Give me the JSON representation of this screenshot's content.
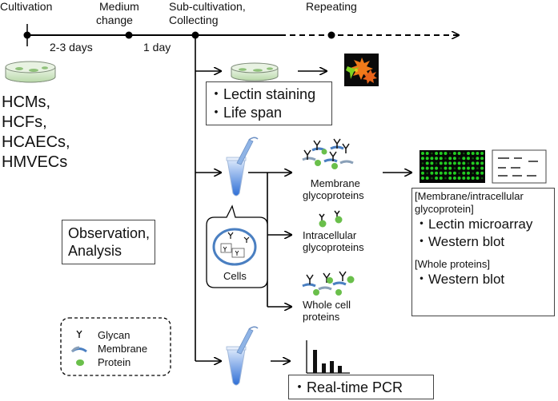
{
  "timeline": {
    "stages": [
      "Cultivation",
      "Medium change",
      "Sub-cultivation, Collecting",
      "Repeating"
    ],
    "stage_medium_line1": "Medium",
    "stage_medium_line2": "change",
    "stage_sub_line1": "Sub-cultivation,",
    "stage_sub_line2": "Collecting",
    "interval_1": "2-3 days",
    "interval_2": "1 day"
  },
  "cell_types": [
    "HCMs,",
    "HCFs,",
    "HCAECs,",
    "HMVECs"
  ],
  "observation_box": {
    "line1": "Observation,",
    "line2": "Analysis"
  },
  "lectin_box": {
    "line1": "・Lectin staining",
    "line2": "・Life span"
  },
  "cells_callout": "Cells",
  "fractions": {
    "membrane": {
      "line1": "Membrane",
      "line2": "glycoproteins"
    },
    "intracellular": {
      "line1": "Intracellular",
      "line2": "glycoproteins"
    },
    "whole": {
      "line1": "Whole cell",
      "line2": "proteins"
    }
  },
  "analysis_box": {
    "header1_line1": "[Membrane/intracellular",
    "header1_line2": "glycoprotein]",
    "item1": "・Lectin microarray",
    "item2": "・Western blot",
    "header2": "[Whole proteins]",
    "item3": "・Western blot"
  },
  "pcr_box": "・Real-time PCR",
  "legend": {
    "glycan": "Glycan",
    "membrane": "Membrane",
    "protein": "Protein"
  },
  "colors": {
    "line": "#000000",
    "dish_green": "#8fc17a",
    "protein_green": "#6abf4b",
    "membrane_blue": "#4a7fc1",
    "tube_blue": "#3f7ed8",
    "microarray_green": "#22cc22",
    "stain_orange": "#f07a1a"
  }
}
